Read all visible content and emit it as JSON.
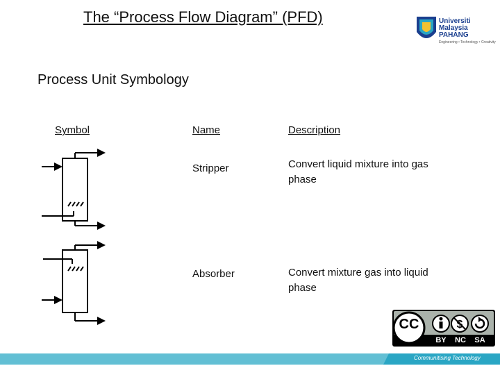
{
  "title": "The “Process Flow Diagram” (PFD)",
  "subtitle": "Process Unit Symbology",
  "logo": {
    "line1": "Universiti",
    "line2": "Malaysia",
    "line3": "PAHANG",
    "tagline": "Engineering • Technology • Creativity",
    "accent": "#1b3f8f"
  },
  "table": {
    "headers": {
      "symbol": "Symbol",
      "name": "Name",
      "description": "Description"
    },
    "rows": [
      {
        "name": "Stripper",
        "description_line1": "Convert liquid mixture into gas",
        "description_line2": "phase"
      },
      {
        "name": "Absorber",
        "description_line1": "Convert mixture gas into liquid",
        "description_line2": "phase"
      }
    ]
  },
  "license": {
    "cc": "CC",
    "by": "BY",
    "nc": "NC",
    "sa": "SA"
  },
  "footer": {
    "tagline": "Communitising Technology",
    "color": "#2aa6c4"
  }
}
